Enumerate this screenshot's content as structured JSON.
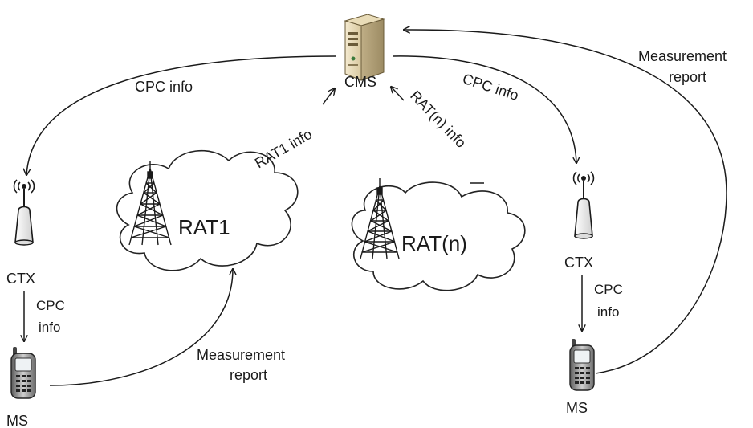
{
  "nodes": {
    "cms": "CMS",
    "ctx_left": "CTX",
    "ctx_right": "CTX",
    "ms_left": "MS",
    "ms_right": "MS",
    "rat1": "RAT1",
    "ratn": "RAT(n)"
  },
  "edges": {
    "cpc_left": "CPC info",
    "cpc_right": "CPC info",
    "ctx_ms_left_line1": "CPC",
    "ctx_ms_left_line2": "info",
    "ctx_ms_right_line1": "CPC",
    "ctx_ms_right_line2": "info",
    "rat1_info": "RAT1 info",
    "ratn_info": "RAT(n) info",
    "meas_left_line1": "Measurement",
    "meas_left_line2": "report",
    "meas_right_line1": "Measurement",
    "meas_right_line2": "report"
  },
  "icons": {
    "server": "server-icon",
    "antenna": "antenna-icon",
    "phone": "mobile-phone-icon",
    "tower": "cell-tower-icon",
    "cloud": "network-cloud"
  }
}
